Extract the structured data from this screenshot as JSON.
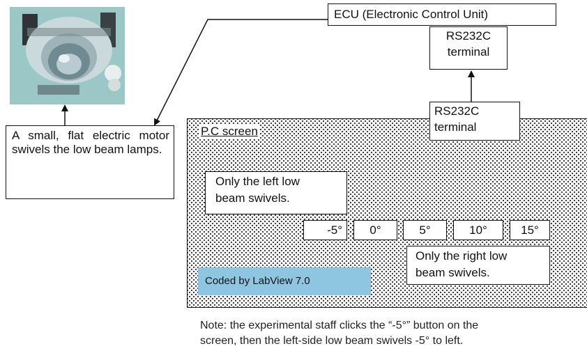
{
  "ecu": {
    "label": "ECU (Electronic Control Unit)"
  },
  "ecu_terminal": {
    "line1": "RS232C",
    "line2": "terminal"
  },
  "pc_terminal": {
    "line1": "RS232C",
    "line2": "terminal"
  },
  "photo_caption": "A small, flat electric motor swivels the low beam lamps.",
  "pc_screen": {
    "label": "P.C screen",
    "left_note": {
      "line1": "Only the left low",
      "line2": "beam swivels."
    },
    "buttons": [
      "-5°",
      "0°",
      "5°",
      "10°",
      "15°"
    ],
    "right_note": {
      "line1": "Only the right low",
      "line2": "beam swivels."
    },
    "coded_by": "Coded by LabView 7.0",
    "coded_color": "#8ec6e2"
  },
  "note": {
    "line1": "Note: the experimental staff clicks the “-5°” button on the",
    "line2": "screen, then the left-side low beam swivels -5° to left."
  }
}
